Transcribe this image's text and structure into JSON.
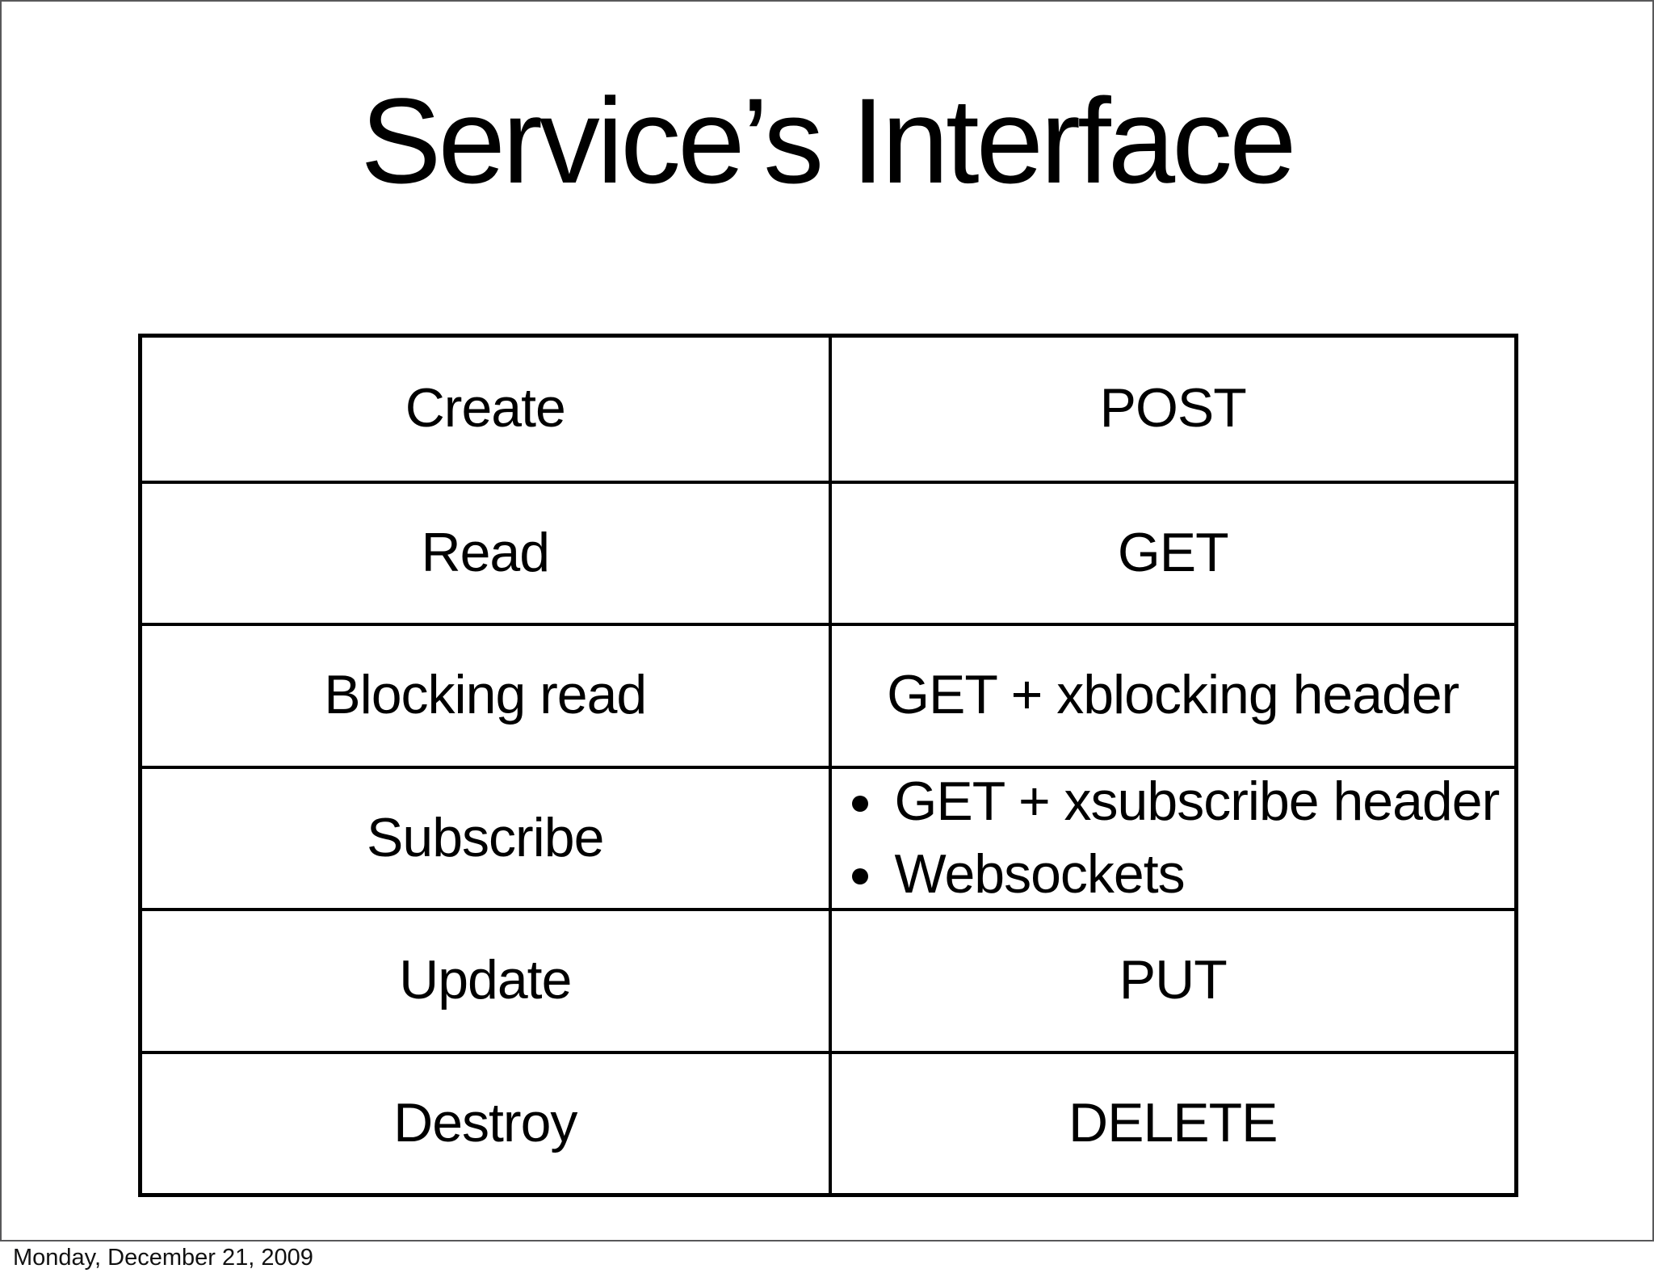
{
  "slide": {
    "title": "Service’s Interface",
    "table": {
      "rows": [
        {
          "operation": "Create",
          "method": "POST"
        },
        {
          "operation": "Read",
          "method": "GET"
        },
        {
          "operation": "Blocking read",
          "method": "GET + xblocking header"
        },
        {
          "operation": "Subscribe",
          "method_list": [
            "GET + xsubscribe header",
            "Websockets"
          ]
        },
        {
          "operation": "Update",
          "method": "PUT"
        },
        {
          "operation": "Destroy",
          "method": "DELETE"
        }
      ]
    }
  },
  "footer": {
    "date": "Monday, December 21, 2009"
  },
  "colors": {
    "background": "#ffffff",
    "text": "#000000",
    "table_border": "#000000",
    "slide_frame": "#58585a"
  }
}
